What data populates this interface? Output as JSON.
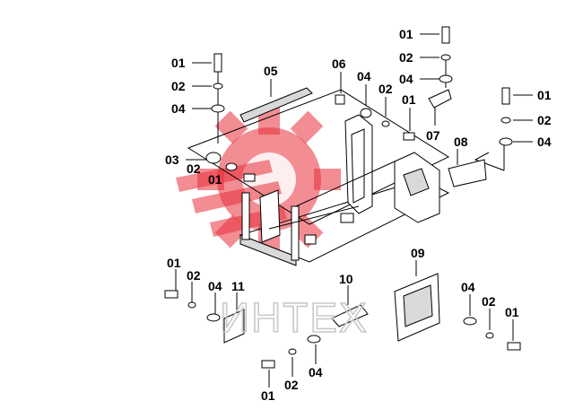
{
  "callouts": [
    {
      "id": "c01a",
      "text": "01"
    },
    {
      "id": "c02a",
      "text": "02"
    },
    {
      "id": "c04a",
      "text": "04"
    },
    {
      "id": "c05",
      "text": "05"
    },
    {
      "id": "c06",
      "text": "06"
    },
    {
      "id": "c04b",
      "text": "04"
    },
    {
      "id": "c02b",
      "text": "02"
    },
    {
      "id": "c01b",
      "text": "01"
    },
    {
      "id": "c01c",
      "text": "01"
    },
    {
      "id": "c02c",
      "text": "02"
    },
    {
      "id": "c04c",
      "text": "04"
    },
    {
      "id": "c07",
      "text": "07"
    },
    {
      "id": "c01d",
      "text": "01"
    },
    {
      "id": "c02d",
      "text": "02"
    },
    {
      "id": "c04d",
      "text": "04"
    },
    {
      "id": "c08",
      "text": "08"
    },
    {
      "id": "c03",
      "text": "03"
    },
    {
      "id": "c02e",
      "text": "02"
    },
    {
      "id": "c01e",
      "text": "01"
    },
    {
      "id": "c09",
      "text": "09"
    },
    {
      "id": "c01f",
      "text": "01"
    },
    {
      "id": "c02f",
      "text": "02"
    },
    {
      "id": "c04f",
      "text": "04"
    },
    {
      "id": "c11",
      "text": "11"
    },
    {
      "id": "c10",
      "text": "10"
    },
    {
      "id": "c04g",
      "text": "04"
    },
    {
      "id": "c02g",
      "text": "02"
    },
    {
      "id": "c01g",
      "text": "01"
    },
    {
      "id": "c01h",
      "text": "01"
    },
    {
      "id": "c02h",
      "text": "02"
    },
    {
      "id": "c04h",
      "text": "04"
    }
  ],
  "watermark": {
    "text": "ИНТЕХ",
    "color": "#e8303a"
  }
}
